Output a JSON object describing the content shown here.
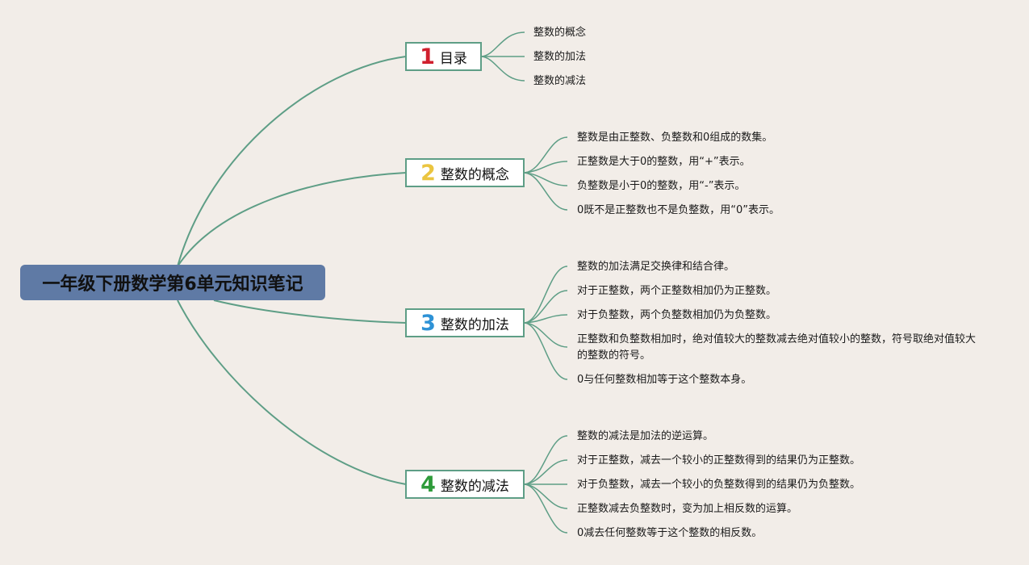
{
  "root": {
    "title": "一年级下册数学第6单元知识笔记"
  },
  "colors": {
    "background": "#F2EDE8",
    "root_fill": "#5F7AA5",
    "line": "#5E9E86",
    "num_1": "#D0202E",
    "num_2": "#EBC540",
    "num_3": "#2E92D6",
    "num_4": "#2E9B3A"
  },
  "branches": [
    {
      "number": "1",
      "label": "目录",
      "leaves": [
        "整数的概念",
        "整数的加法",
        "整数的减法"
      ]
    },
    {
      "number": "2",
      "label": "整数的概念",
      "leaves": [
        "整数是由正整数、负整数和0组成的数集。",
        "正整数是大于0的整数，用“+”表示。",
        "负整数是小于0的整数，用“-”表示。",
        "0既不是正整数也不是负整数，用“0”表示。"
      ]
    },
    {
      "number": "3",
      "label": "整数的加法",
      "leaves": [
        "整数的加法满足交换律和结合律。",
        "对于正整数，两个正整数相加仍为正整数。",
        "对于负整数，两个负整数相加仍为负整数。",
        "正整数和负整数相加时，绝对值较大的整数减去绝对值较小的整数，符号取绝对值较大的整数的符号。",
        "0与任何整数相加等于这个整数本身。"
      ]
    },
    {
      "number": "4",
      "label": "整数的减法",
      "leaves": [
        "整数的减法是加法的逆运算。",
        "对于正整数，减去一个较小的正整数得到的结果仍为正整数。",
        "对于负整数，减去一个较小的负整数得到的结果仍为负整数。",
        "正整数减去负整数时，变为加上相反数的运算。",
        "0减去任何整数等于这个整数的相反数。"
      ]
    }
  ]
}
